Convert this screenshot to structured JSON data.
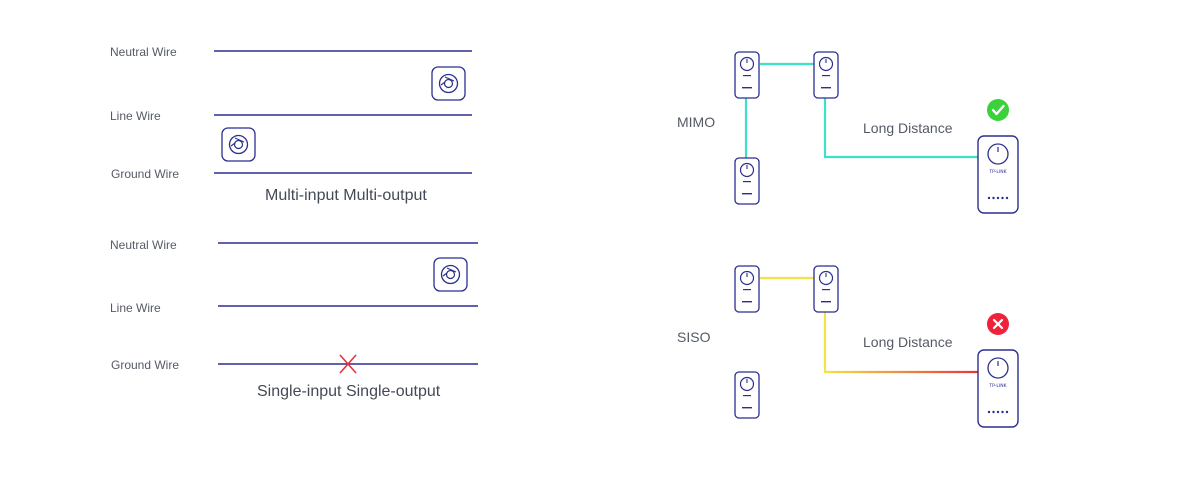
{
  "mimo_wiring": {
    "wires": [
      "Neutral Wire",
      "Line Wire",
      "Ground Wire"
    ],
    "caption": "Multi-input Multi-output"
  },
  "siso_wiring": {
    "wires": [
      "Neutral Wire",
      "Line Wire",
      "Ground Wire"
    ],
    "caption": "Single-input Single-output"
  },
  "mimo_network": {
    "label": "MIMO",
    "distance_label": "Long Distance",
    "link_color": "#3de0c8",
    "status": "check-icon",
    "status_color": "#3ad13a"
  },
  "siso_network": {
    "label": "SISO",
    "distance_label": "Long Distance",
    "link_color_start": "#f1e34a",
    "link_color_end": "#e8323a",
    "status": "cross-icon",
    "status_color": "#f0223a"
  },
  "device": {
    "brand": "TP-LINK"
  },
  "colors": {
    "wire": "#2b2f8f",
    "device_outline": "#2b2f8f",
    "icon_outline": "#2b2f8f",
    "fail_mark": "#e8323a"
  }
}
